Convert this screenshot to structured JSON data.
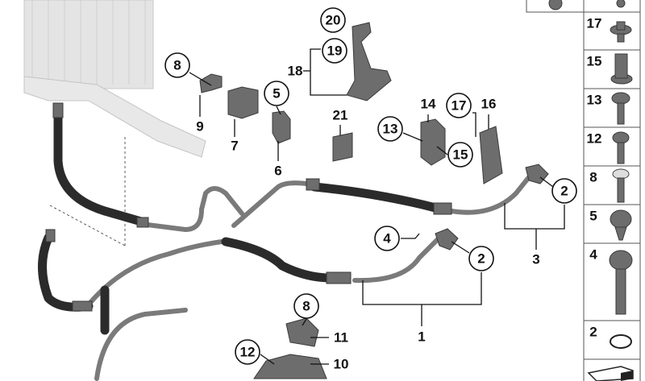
{
  "callouts": {
    "c20": "20",
    "c19": "19",
    "c18": "18",
    "c8a": "8",
    "c9": "9",
    "c7": "7",
    "c5": "5",
    "c6": "6",
    "c21": "21",
    "c14": "14",
    "c13": "13",
    "c17": "17",
    "c16": "16",
    "c15": "15",
    "c2a": "2",
    "c3": "3",
    "c4": "4",
    "c2b": "2",
    "c1": "1",
    "c8b": "8",
    "c11": "11",
    "c10": "10",
    "c12": "12"
  },
  "parts_column": {
    "items": [
      {
        "label": "17",
        "icon": "hex-flange-bolt-short-icon"
      },
      {
        "label": "15",
        "icon": "sleeve-nut-icon"
      },
      {
        "label": "13",
        "icon": "hex-bolt-icon"
      },
      {
        "label": "12",
        "icon": "hex-bolt-icon"
      },
      {
        "label": "8",
        "icon": "torx-bolt-icon"
      },
      {
        "label": "5",
        "icon": "self-tapping-screw-icon"
      },
      {
        "label": "4",
        "icon": "hex-bolt-long-icon"
      },
      {
        "label": "2",
        "icon": "o-ring-icon"
      }
    ]
  },
  "colors": {
    "hose": "#2b2b2b",
    "pipe": "#7a7a7a",
    "radiator": "#d9d9d9",
    "text": "#111111"
  }
}
